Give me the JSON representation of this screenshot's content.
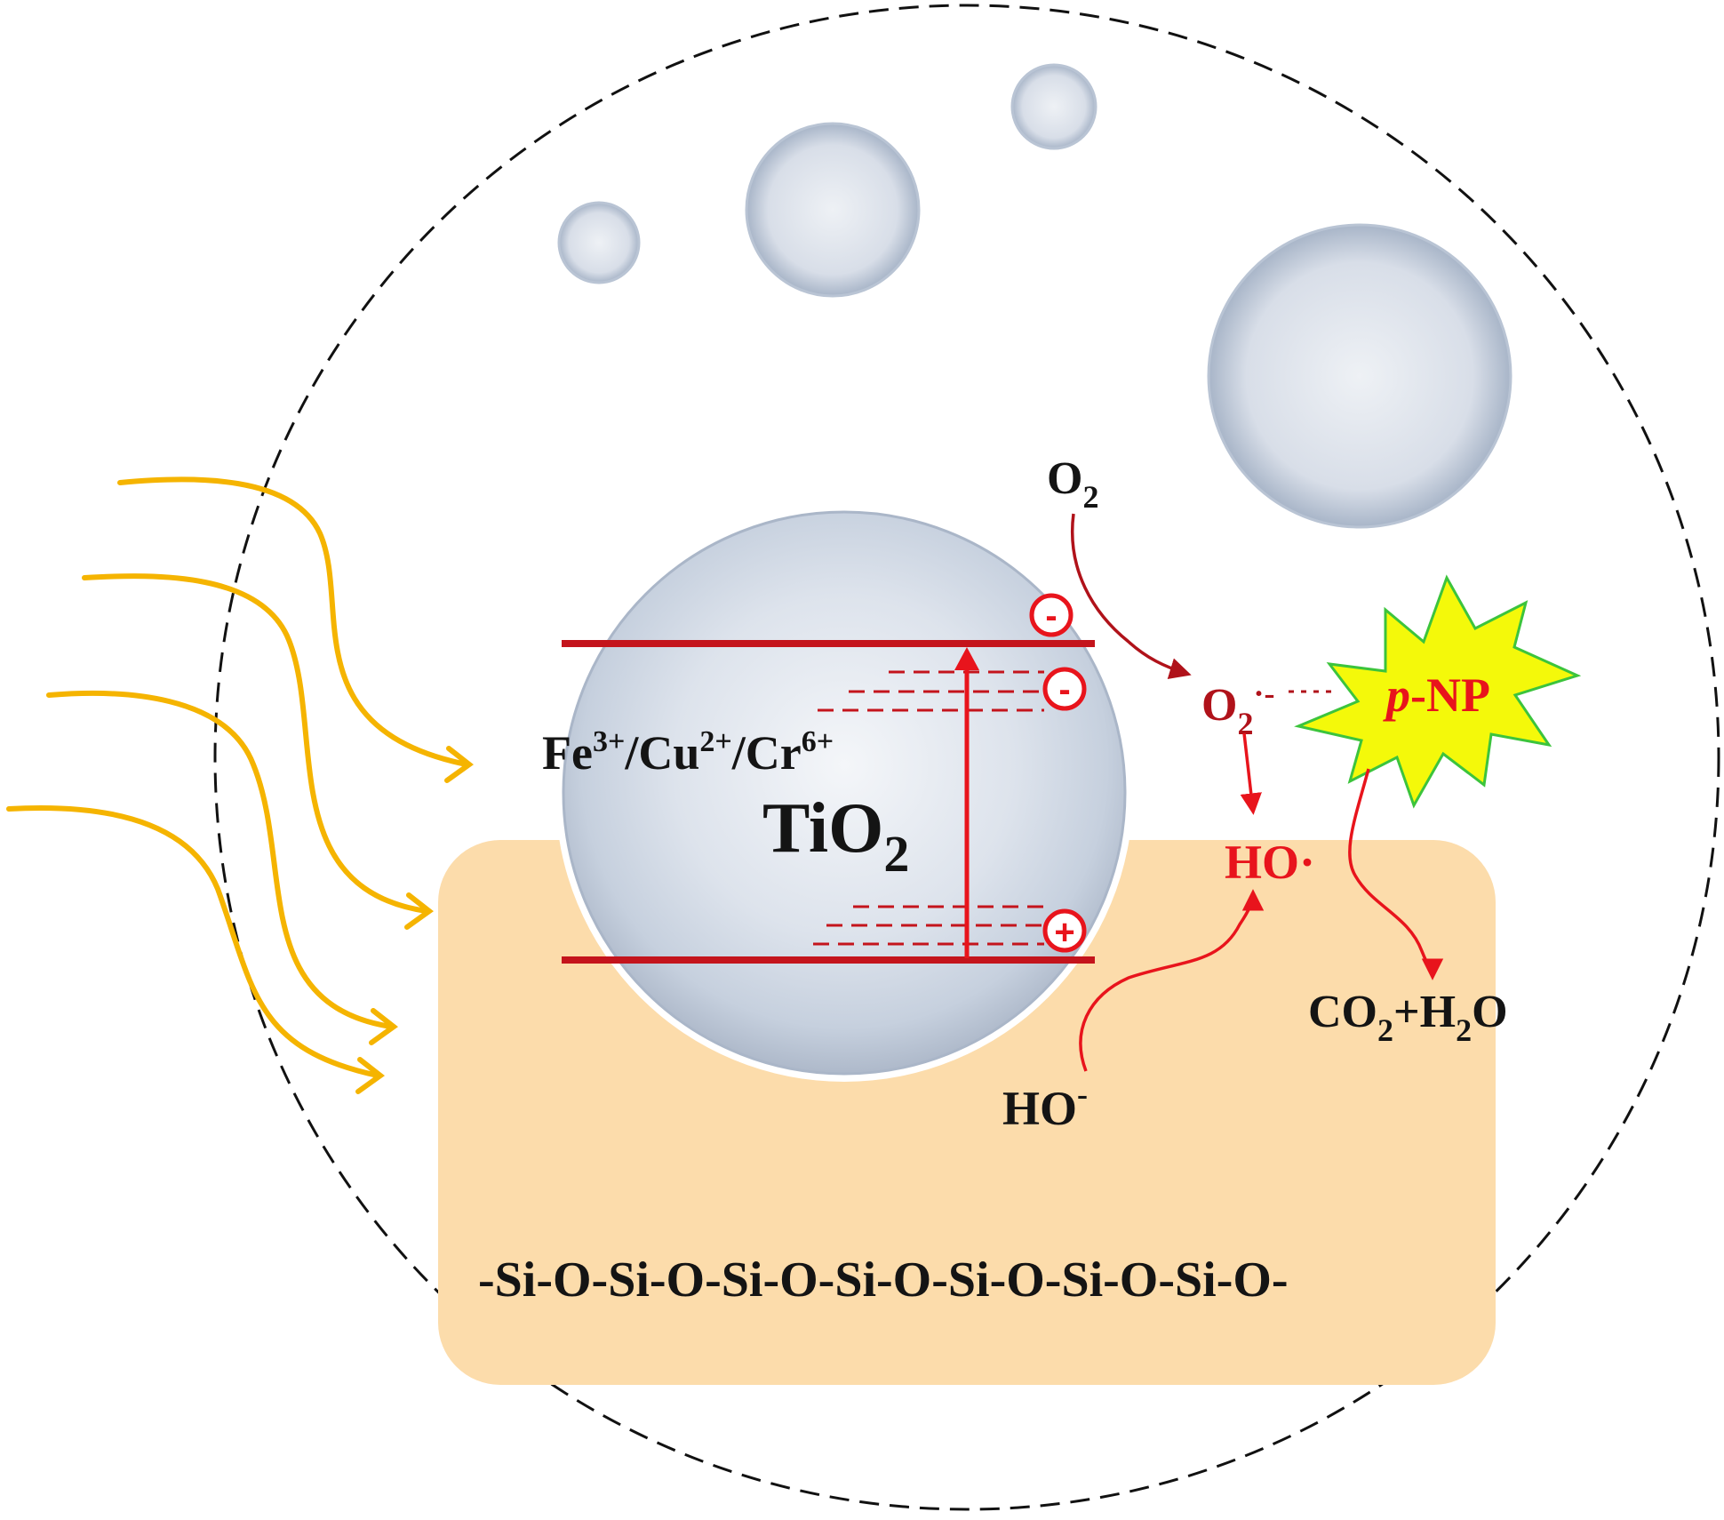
{
  "diagram": {
    "labels": {
      "dopants": {
        "fe": "Fe",
        "fe_sup": "3+",
        "cu": "/Cu",
        "cu_sup": "2+",
        "cr": "/Cr",
        "cr_sup": "6+"
      },
      "tio2": {
        "base": "TiO",
        "sub": "2"
      },
      "o2": {
        "base": "O",
        "sub": "2"
      },
      "superoxide": {
        "base": "O",
        "sub": "2",
        "sup": "·-"
      },
      "hydroxyl_radical": "HO·",
      "hydroxide": {
        "base": "HO",
        "sup": "-"
      },
      "pollutant": {
        "italic": "p",
        "rest": "-NP"
      },
      "products": {
        "co": "CO",
        "co_sub": "2",
        "plus_h": "+H",
        "h_sub": "2",
        "o": "O"
      },
      "silica_chain": "-Si-O-Si-O-Si-O-Si-O-Si-O-Si-O-Si-O-",
      "electron_sign": "-",
      "hole_sign": "+"
    },
    "colors": {
      "light": "#f5b400",
      "band": "#c4141c",
      "reaction_arrow": "#e8141c",
      "substrate": "#fcdcab",
      "sphere": "#ced6e2",
      "star_fill": "#f4f90a",
      "star_edge": "#3cc43c",
      "boundary": "#111111"
    }
  }
}
